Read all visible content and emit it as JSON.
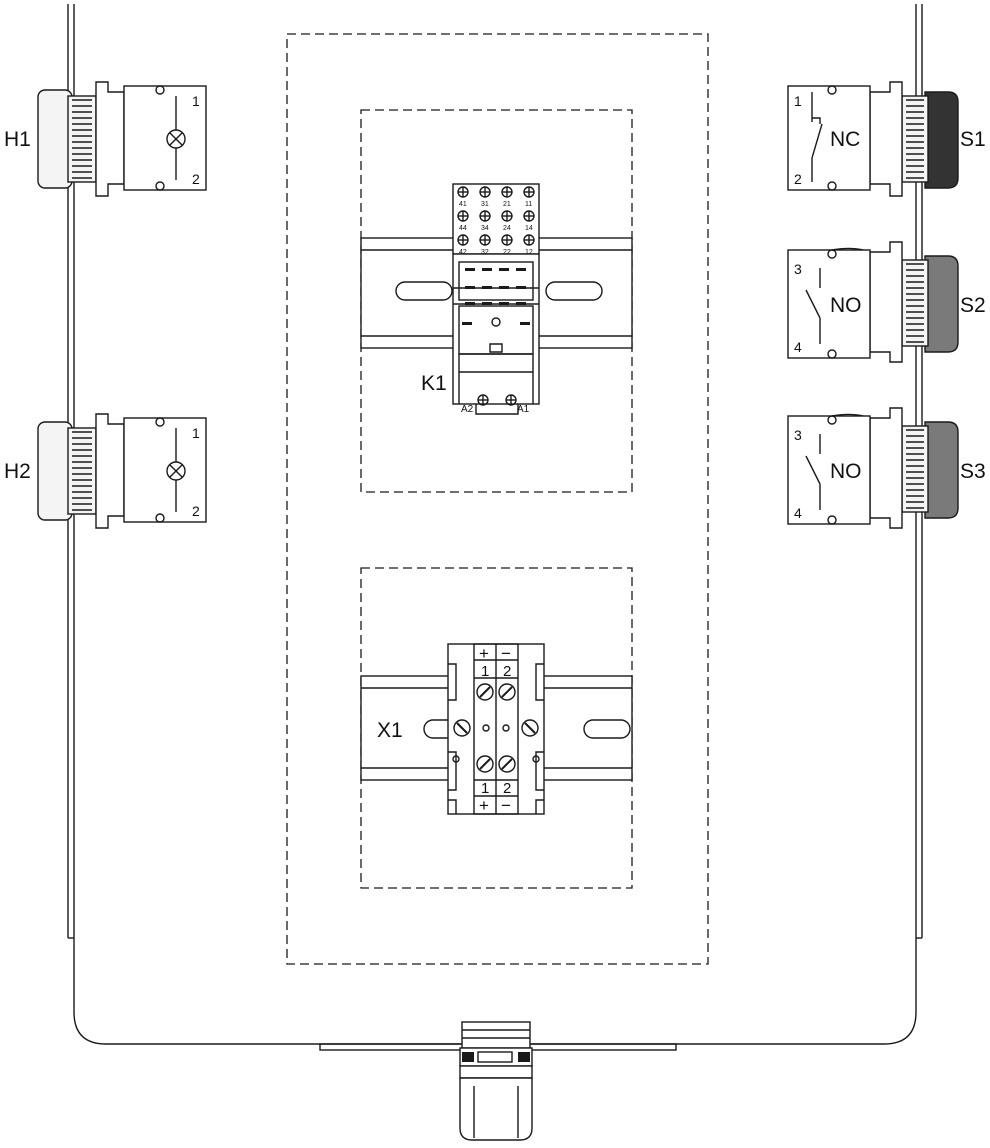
{
  "enclosure": {
    "lamps": [
      {
        "tag": "H1",
        "pin_top": "1",
        "pin_bottom": "2"
      },
      {
        "tag": "H2",
        "pin_top": "1",
        "pin_bottom": "2"
      }
    ],
    "buttons": [
      {
        "tag": "S1",
        "contact": "NC",
        "pin_top": "1",
        "pin_bottom": "2",
        "cap_color": "#333333"
      },
      {
        "tag": "S2",
        "contact": "NO",
        "pin_top": "3",
        "pin_bottom": "4",
        "cap_color": "#7a7a7a"
      },
      {
        "tag": "S3",
        "contact": "NO",
        "pin_top": "3",
        "pin_bottom": "4",
        "cap_color": "#7a7a7a"
      }
    ],
    "relay": {
      "tag": "K1",
      "terminal_rows": [
        [
          "41",
          "31",
          "21",
          "11"
        ],
        [
          "44",
          "34",
          "24",
          "14"
        ],
        [
          "42",
          "32",
          "22",
          "12"
        ]
      ],
      "coil_left": "A2",
      "coil_right": "A1"
    },
    "terminal_block": {
      "tag": "X1",
      "top_signs": [
        "+",
        "−"
      ],
      "top_numbers": [
        "1",
        "2"
      ],
      "bottom_numbers": [
        "1",
        "2"
      ],
      "bottom_signs": [
        "+",
        "−"
      ]
    }
  }
}
